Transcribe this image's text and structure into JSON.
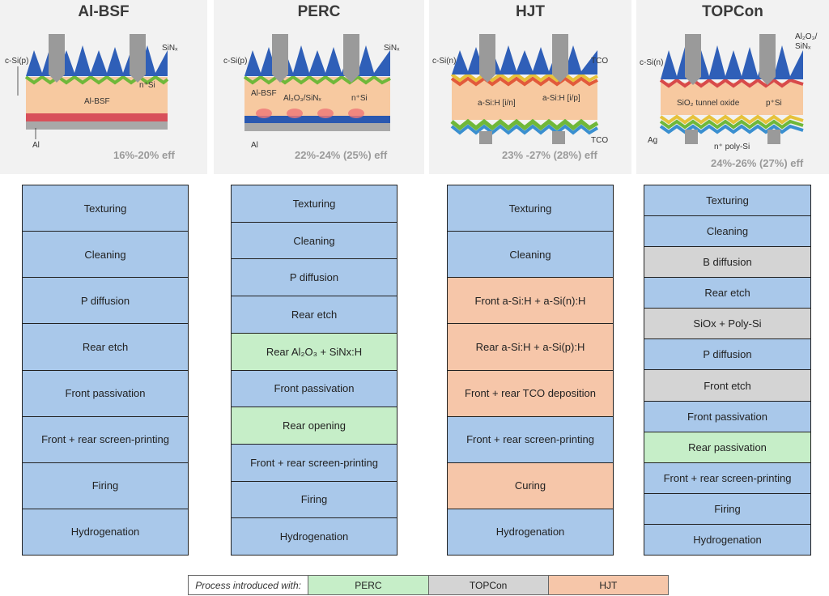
{
  "panels": [
    {
      "title": "Al-BSF",
      "efficiency": "16%-20% eff",
      "labels": {
        "substrate": "c-Si(p)",
        "coat": "SiNₓ",
        "emitter": "n⁺Si",
        "bsf": "Al-BSF",
        "metal": "Al"
      }
    },
    {
      "title": "PERC",
      "efficiency": "22%-24% (25%) eff",
      "labels": {
        "substrate": "c-Si(p)",
        "coat": "SiNₓ",
        "emitter": "n⁺Si",
        "bsf": "Al-BSF",
        "rear": "Al₂O₃/SiNₓ",
        "metal": "Al"
      }
    },
    {
      "title": "HJT",
      "efficiency": "23% -27% (28%) eff",
      "labels": {
        "substrate": "c-Si(n)",
        "tco_top": "TCO",
        "front_asi": "a-Si:H [i/n]",
        "rear_asi": "a-Si:H [i/p]",
        "tco_bottom": "TCO"
      }
    },
    {
      "title": "TOPCon",
      "efficiency": "24%-26% (27%) eff",
      "labels": {
        "substrate": "c-Si(n)",
        "coat": "Al₂O₃/",
        "coat2": "SiNₓ",
        "oxide": "SiO₂ tunnel oxide",
        "emitter": "p⁺Si",
        "poly": "n⁺ poly-Si",
        "metal": "Ag"
      }
    }
  ],
  "columns": [
    {
      "name": "Al-BSF",
      "steps": [
        {
          "label": "Texturing",
          "type": "base"
        },
        {
          "label": "Cleaning",
          "type": "base"
        },
        {
          "label": "P diffusion",
          "type": "base"
        },
        {
          "label": "Rear etch",
          "type": "base"
        },
        {
          "label": "Front passivation",
          "type": "base"
        },
        {
          "label": "Front + rear screen-printing",
          "type": "base"
        },
        {
          "label": "Firing",
          "type": "base"
        },
        {
          "label": "Hydrogenation",
          "type": "base"
        }
      ]
    },
    {
      "name": "PERC",
      "steps": [
        {
          "label": "Texturing",
          "type": "base"
        },
        {
          "label": "Cleaning",
          "type": "base"
        },
        {
          "label": "P diffusion",
          "type": "base"
        },
        {
          "label": "Rear etch",
          "type": "base"
        },
        {
          "label": "Rear Al₂O₃ + SiNx:H",
          "type": "perc"
        },
        {
          "label": "Front passivation",
          "type": "base"
        },
        {
          "label": "Rear opening",
          "type": "perc"
        },
        {
          "label": "Front + rear screen-printing",
          "type": "base"
        },
        {
          "label": "Firing",
          "type": "base"
        },
        {
          "label": "Hydrogenation",
          "type": "base"
        }
      ]
    },
    {
      "name": "HJT",
      "steps": [
        {
          "label": "Texturing",
          "type": "base"
        },
        {
          "label": "Cleaning",
          "type": "base"
        },
        {
          "label": "Front a-Si:H + a-Si(n):H",
          "type": "hjt"
        },
        {
          "label": "Rear a-Si:H + a-Si(p):H",
          "type": "hjt"
        },
        {
          "label": "Front + rear TCO deposition",
          "type": "hjt"
        },
        {
          "label": "Front + rear screen-printing",
          "type": "base"
        },
        {
          "label": "Curing",
          "type": "hjt"
        },
        {
          "label": "Hydrogenation",
          "type": "base"
        }
      ]
    },
    {
      "name": "TOPCon",
      "steps": [
        {
          "label": "Texturing",
          "type": "base"
        },
        {
          "label": "Cleaning",
          "type": "base"
        },
        {
          "label": "B diffusion",
          "type": "topcon"
        },
        {
          "label": "Rear etch",
          "type": "base"
        },
        {
          "label": "SiOx + Poly-Si",
          "type": "topcon"
        },
        {
          "label": "P diffusion",
          "type": "base"
        },
        {
          "label": "Front etch",
          "type": "topcon"
        },
        {
          "label": "Front passivation",
          "type": "base"
        },
        {
          "label": "Rear passivation",
          "type": "perc"
        },
        {
          "label": "Front + rear screen-printing",
          "type": "base"
        },
        {
          "label": "Firing",
          "type": "base"
        },
        {
          "label": "Hydrogenation",
          "type": "base"
        }
      ]
    }
  ],
  "legend": {
    "label": "Process introduced with:",
    "items": [
      {
        "label": "PERC",
        "color": "#c6eec8"
      },
      {
        "label": "TOPCon",
        "color": "#d4d4d4"
      },
      {
        "label": "HJT",
        "color": "#f6c6a9"
      }
    ]
  },
  "colors": {
    "base": "#a9c8ea",
    "perc": "#c6eec8",
    "topcon": "#d4d4d4",
    "hjt": "#f6c6a9",
    "texture": "#2f5fb8",
    "bulk": "#f7c9a0"
  }
}
